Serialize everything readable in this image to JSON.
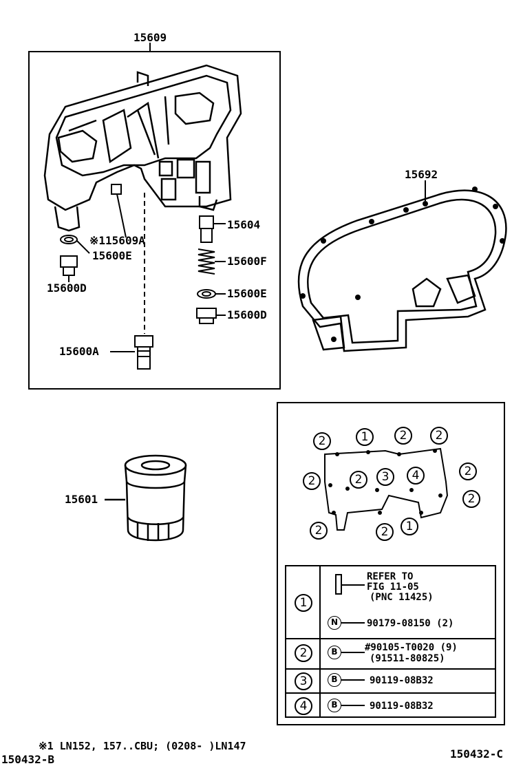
{
  "labels": {
    "p15609": "15609",
    "p15692": "15692",
    "p15604": "15604",
    "p15609a": "※115609A",
    "p15600e_left": "15600E",
    "p15600f": "15600F",
    "p15600d_left": "15600D",
    "p15600e_right": "15600E",
    "p15600d_right": "15600D",
    "p15600a": "15600A",
    "p15601": "15601"
  },
  "bolt_chart": {
    "circles": [
      "2",
      "1",
      "2",
      "2",
      "2",
      "2",
      "3",
      "4",
      "2",
      "2",
      "2",
      "2",
      "1"
    ],
    "table": {
      "row1": {
        "num": "1",
        "refer_line1": "REFER TO",
        "refer_line2": "FIG 11-05",
        "refer_line3": "(PNC 11425)",
        "badge": "N",
        "part": "90179-08150 (2)"
      },
      "row2": {
        "num": "2",
        "badge": "B",
        "part": "#90105-T0020 (9)",
        "part2": "(91511-80825)"
      },
      "row3": {
        "num": "3",
        "badge": "B",
        "part": "90119-08B32"
      },
      "row4": {
        "num": "4",
        "badge": "B",
        "part": "90119-08B32"
      }
    }
  },
  "footer": {
    "note": "※1 LN152, 157..CBU; (0208-      )LN147",
    "code_right": "150432-C",
    "code_left": "150432-B"
  }
}
